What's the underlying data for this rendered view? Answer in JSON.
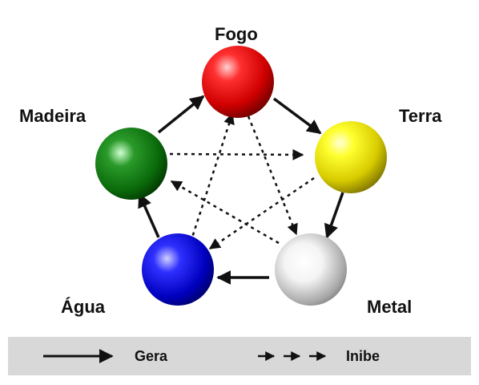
{
  "elements": {
    "fogo": {
      "label": "Fogo",
      "color": "#e00000"
    },
    "terra": {
      "label": "Terra",
      "color": "#e8d800"
    },
    "metal": {
      "label": "Metal",
      "color": "#b8b8b8"
    },
    "agua": {
      "label": "Água",
      "color": "#0000c8"
    },
    "madeira": {
      "label": "Madeira",
      "color": "#0a6a0a"
    }
  },
  "generates_cycle": [
    "Madeira",
    "Fogo",
    "Terra",
    "Metal",
    "Água"
  ],
  "inhibits_cycle": [
    "Madeira",
    "Terra",
    "Água",
    "Fogo",
    "Metal"
  ],
  "legend": {
    "generate_label": "Gera",
    "inhibit_label": "Inibe",
    "background_color": "#d8d8d8"
  }
}
